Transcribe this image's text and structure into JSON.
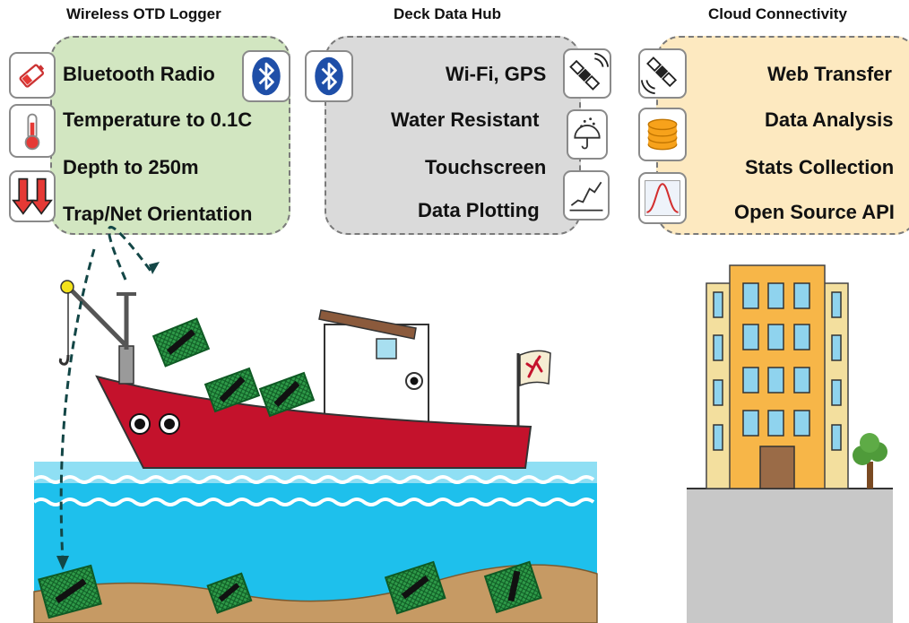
{
  "panels": {
    "logger": {
      "title": "Wireless OTD Logger",
      "features": [
        "Bluetooth Radio",
        "Temperature to 0.1C",
        "Depth to 250m",
        "Trap/Net Orientation"
      ],
      "icons": [
        "battery-icon",
        "thermometer-icon",
        "down-arrows-icon",
        "bluetooth-icon"
      ],
      "bg": "#d2e6c1"
    },
    "hub": {
      "title": "Deck Data Hub",
      "features": [
        "Wi-Fi, GPS",
        "Water Resistant",
        "Touchscreen",
        "Data Plotting"
      ],
      "icons": [
        "bluetooth-icon",
        "satellite-icon",
        "umbrella-icon",
        "plot-icon"
      ],
      "bg": "#dadada"
    },
    "cloud": {
      "title": "Cloud Connectivity",
      "features": [
        "Web Transfer",
        "Data Analysis",
        "Stats Collection",
        "Open Source API"
      ],
      "icons": [
        "satellite-icon",
        "database-icon",
        "bell-curve-icon"
      ],
      "bg": "#fde9c0"
    }
  },
  "colors": {
    "boat_hull": "#c4122c",
    "water": "#1ec0ec",
    "seabed": "#c69a64",
    "trap": "#1b8a3a",
    "bluetooth": "#1f4fa8",
    "building": "#f7b648",
    "ground": "#c8c8c8"
  }
}
